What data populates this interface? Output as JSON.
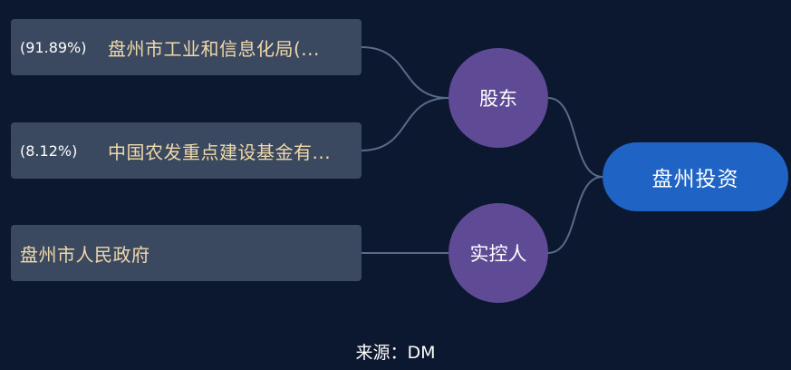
{
  "shareholders_group": {
    "label": "股东",
    "items": [
      {
        "percent": "(91.89%)",
        "name": "盘州市工业和信息化局(..."
      },
      {
        "percent": "(8.12%)",
        "name": "中国农发重点建设基金有..."
      }
    ]
  },
  "controller_group": {
    "label": "实控人",
    "items": [
      {
        "name": "盘州市人民政府"
      }
    ]
  },
  "root": {
    "label": "盘州投资"
  },
  "source": "来源：DM",
  "colors": {
    "background": "#0b1830",
    "card": "#3b4960",
    "card_text": "#f0d9a8",
    "group_node": "#5f4a95",
    "root_node": "#1f63c4",
    "link": "#5b6b85"
  }
}
